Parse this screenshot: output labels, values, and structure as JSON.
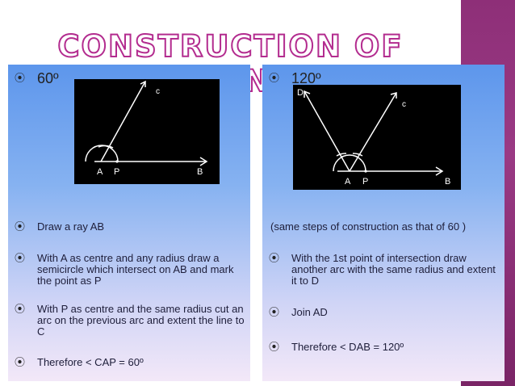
{
  "title": "CONSTRUCTION OF BASIC ANGLES",
  "left": {
    "heading": "60º",
    "diagram_labels": {
      "A": "A",
      "P": "P",
      "B": "B",
      "C": "c"
    },
    "steps": [
      "Draw a ray AB",
      "With A as centre and any radius draw a semicircle which intersect on AB and mark the point as P",
      "With P as centre and the same radius cut an arc on the previous arc and extent the line to C",
      "Therefore < CAP = 60º"
    ]
  },
  "right": {
    "heading": "120º",
    "diagram_labels": {
      "D": "D",
      "A": "A",
      "P": "P",
      "B": "B",
      "C": "c"
    },
    "note": "(same steps of construction as that of 60 )",
    "steps": [
      "With the 1st point of intersection draw another arc with the same radius and extent it to D",
      "Join AD",
      "Therefore < DAB = 120º"
    ]
  },
  "colors": {
    "title_stroke": "#b32c8f",
    "sidebar": "#8e2f78",
    "panel_top": "#5d96ec",
    "panel_bottom": "#f3e8f8"
  },
  "icons": {
    "bullet": "target-bullet-icon"
  }
}
